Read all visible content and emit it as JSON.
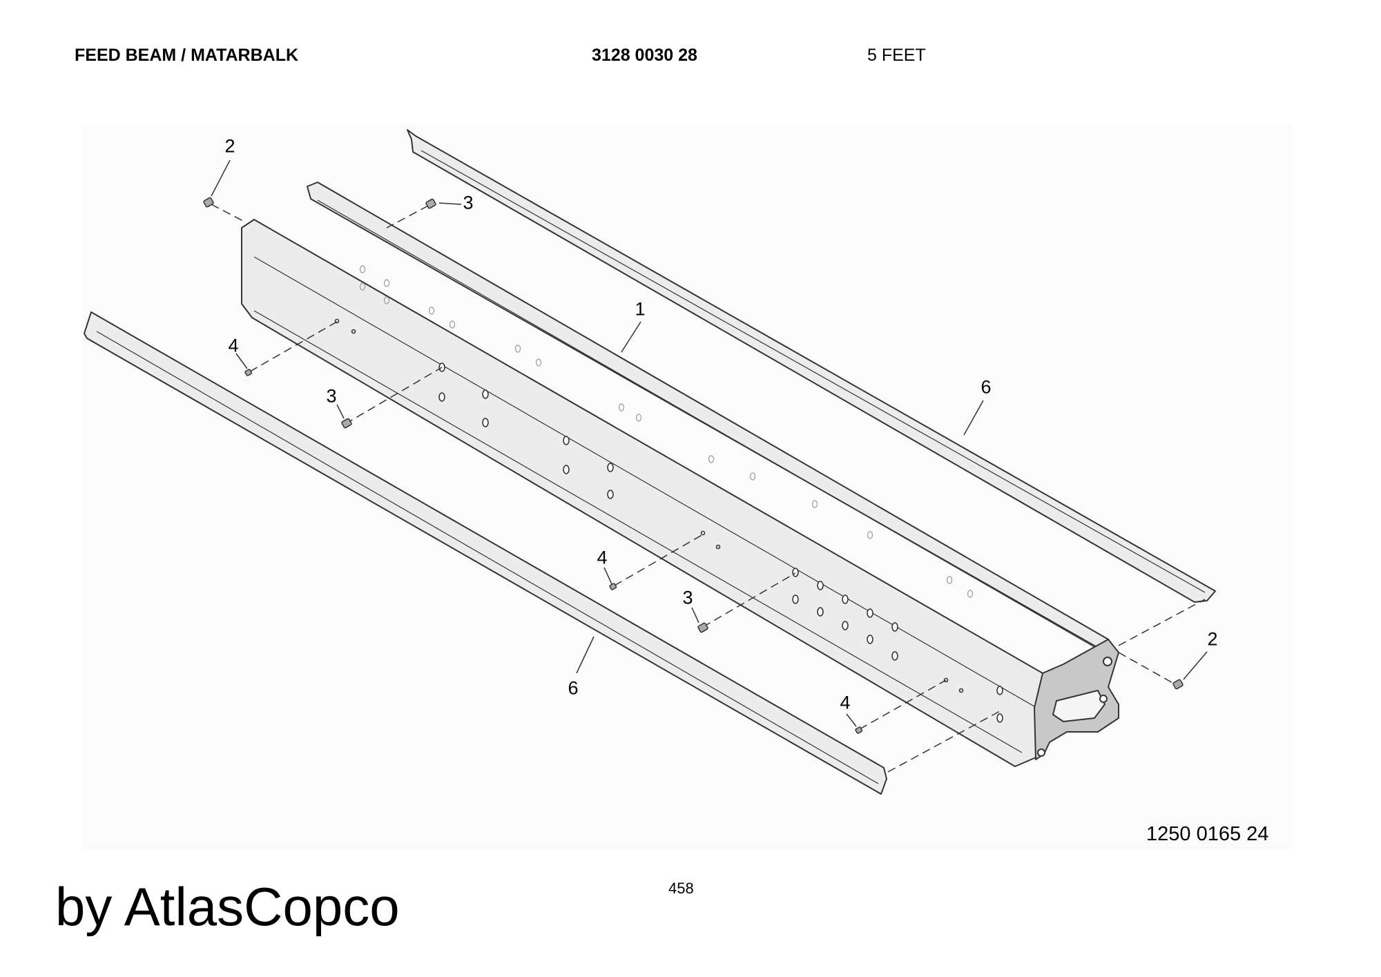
{
  "header": {
    "title": "FEED BEAM / MATARBALK",
    "part_number": "3128 0030 28",
    "size": "5 FEET"
  },
  "callouts": [
    {
      "id": "beam",
      "label": "1"
    },
    {
      "id": "plug-top-left",
      "label": "2"
    },
    {
      "id": "plug-right",
      "label": "2"
    },
    {
      "id": "sleeve-top",
      "label": "3"
    },
    {
      "id": "sleeve-left",
      "label": "3"
    },
    {
      "id": "sleeve-middle",
      "label": "3"
    },
    {
      "id": "pin-left",
      "label": "4"
    },
    {
      "id": "pin-middle",
      "label": "4"
    },
    {
      "id": "pin-front",
      "label": "4"
    },
    {
      "id": "rail-back",
      "label": "6"
    },
    {
      "id": "rail-front",
      "label": "6"
    }
  ],
  "drawing_number": "1250 0165 24",
  "page_number": "458",
  "brand": "by AtlasCopco",
  "colors": {
    "part_fill": "#ececec",
    "line": "#333333",
    "background": "#ffffff"
  }
}
